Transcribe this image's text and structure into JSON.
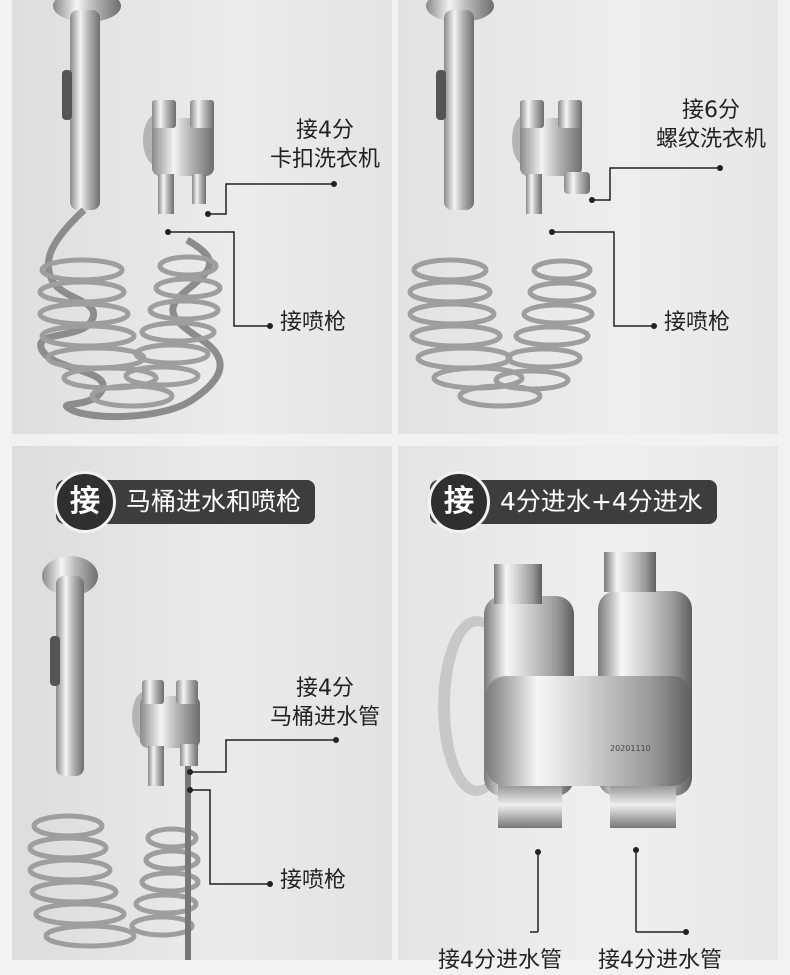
{
  "panels": [
    {
      "id": "p1",
      "top_label": [
        "接4分",
        "卡扣洗衣机"
      ],
      "bottom_label": "接喷枪"
    },
    {
      "id": "p2",
      "top_label": [
        "接6分",
        "螺纹洗衣机"
      ],
      "bottom_label": "接喷枪"
    },
    {
      "id": "p3",
      "badge": "接",
      "title": "马桶进水和喷枪",
      "top_label": [
        "接4分",
        "马桶进水管"
      ],
      "bottom_label": "接喷枪"
    },
    {
      "id": "p4",
      "badge": "接",
      "title": "4分进水+4分进水",
      "valve_marking": "20201110",
      "bottom_labels": [
        "接4分进水管",
        "接4分进水管"
      ]
    }
  ],
  "colors": {
    "pill_bg": "#3d3d3d",
    "leader_line": "#222222",
    "chrome": "#c9c9c9"
  }
}
